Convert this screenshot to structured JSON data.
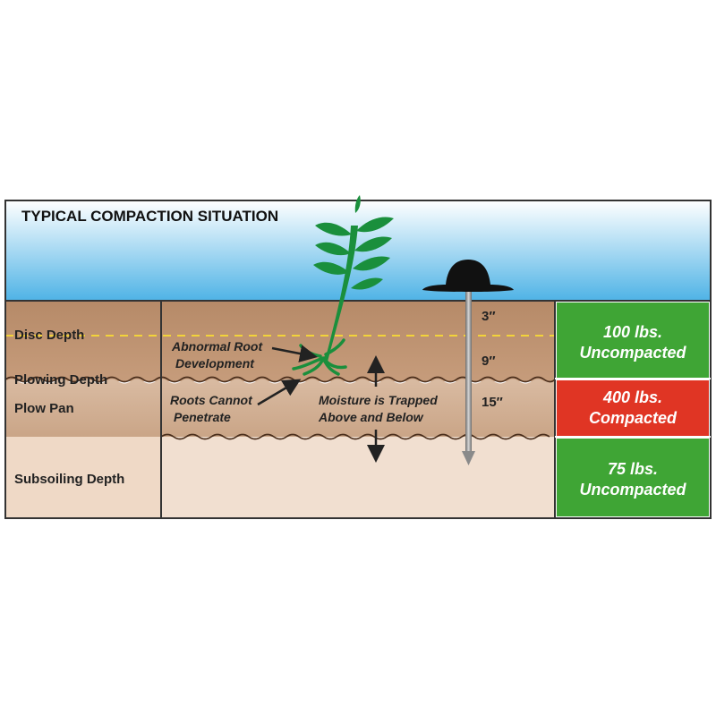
{
  "title": "TYPICAL COMPACTION SITUATION",
  "layers": [
    {
      "label": "Disc Depth"
    },
    {
      "label": "Plowing Depth"
    },
    {
      "label": "Plow Pan"
    },
    {
      "label": "Subsoiling Depth"
    }
  ],
  "annotations": {
    "abnormal_root": [
      "Abnormal Root",
      "Development"
    ],
    "roots_cannot": [
      "Roots Cannot",
      "Penetrate"
    ],
    "moisture": [
      "Moisture is Trapped",
      "Above and Below"
    ]
  },
  "depth_markers": [
    "3″",
    "9″",
    "15″"
  ],
  "pressure_boxes": [
    {
      "line1": "100 lbs.",
      "line2": "Uncompacted",
      "status": "uncompacted",
      "color": "#3fa535"
    },
    {
      "line1": "400 lbs.",
      "line2": "Compacted",
      "status": "compacted",
      "color": "#e03524"
    },
    {
      "line1": "75 lbs.",
      "line2": "Uncompacted",
      "status": "uncompacted",
      "color": "#3fa535"
    }
  ],
  "colors": {
    "sky_top": "#ffffff",
    "sky_bottom": "#4fb3e6",
    "topsoil": "#c09574",
    "plow_pan": "#d6b79e",
    "subsoil": "#f1dfd0",
    "plant": "#1a8f3c",
    "disc_line": "#f2d33a"
  }
}
